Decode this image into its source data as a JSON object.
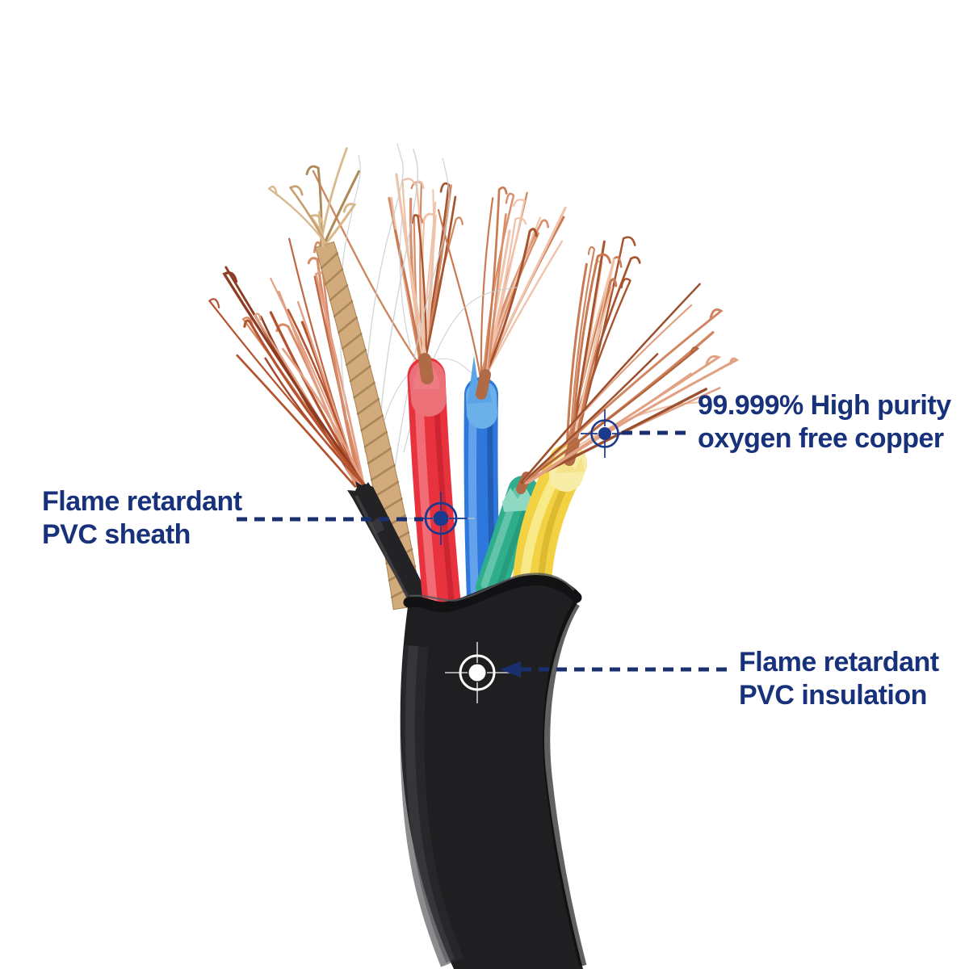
{
  "callouts": {
    "copper": {
      "line1": "99.999% High purity",
      "line2": "oxygen free copper"
    },
    "sheath": {
      "line1": "Flame retardant",
      "line2": "PVC sheath"
    },
    "insulation": {
      "line1": "Flame retardant",
      "line2": "PVC insulation"
    }
  },
  "colors": {
    "background": "#ffffff",
    "label_text": "#17327b",
    "callout_blue": "#1a2f6d",
    "marker_blue": "#1c3a8c",
    "marker_white": "#ffffff",
    "cable_black": "#1f1f21",
    "wire_red": "#e8323e",
    "wire_blue": "#2e77dd",
    "wire_green": "#2fae8e",
    "wire_yellow": "#f2d143",
    "rope_tan": "#d2ab7c",
    "copper_light": "#eec3aa",
    "copper_mid": "#cf8661",
    "copper_dark": "#a8542f",
    "copper_deep": "#8e3c22",
    "silver": "#c9ccd0"
  }
}
